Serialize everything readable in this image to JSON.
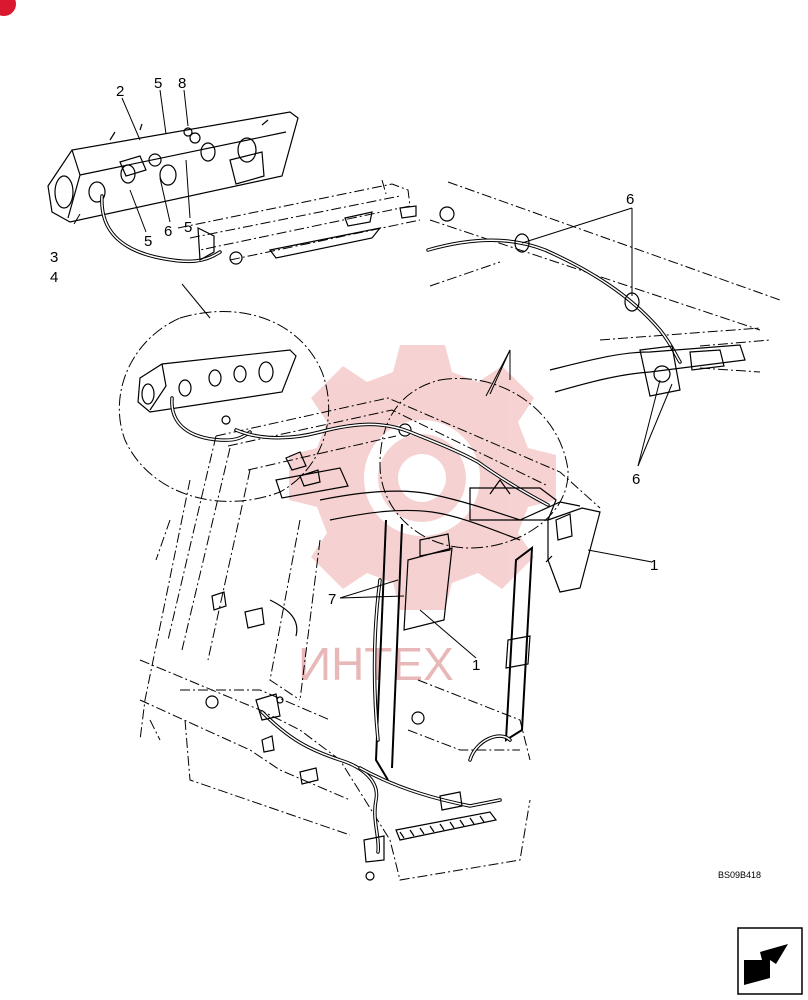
{
  "labels": {
    "l2": "2",
    "l5a": "5",
    "l8": "8",
    "l5b": "5",
    "l5c": "5",
    "l6a": "6",
    "l3": "3",
    "l4": "4",
    "l6top": "6",
    "l6bottom": "6",
    "l1right": "1",
    "l7": "7",
    "l1mid": "1"
  },
  "drawing_code": "BS09B418",
  "watermark": "ИНТЕХ",
  "nav_icon": "next-page-arrow-icon",
  "colors": {
    "line": "#000000",
    "watermark": "#f4c4c4",
    "corner_mark": "#d8192f"
  }
}
